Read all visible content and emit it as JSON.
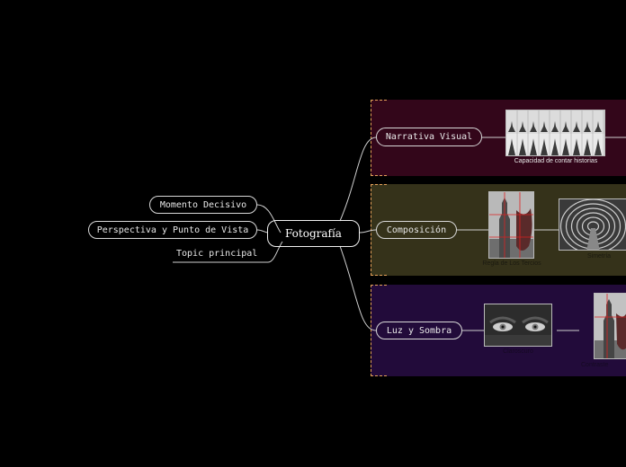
{
  "colors": {
    "background": "#000000",
    "band_narrativa": "#33061a",
    "band_composicion": "#35321a",
    "band_luz": "#220b3a",
    "band_dash": "#e6a25a",
    "line": "#cfcfcf"
  },
  "root": {
    "label": "Fotografía"
  },
  "left_topics": [
    {
      "label": "Momento Decisivo"
    },
    {
      "label": "Perspectiva y Punto de Vista"
    },
    {
      "label": "Topic principal"
    }
  ],
  "branches": {
    "narrativa": {
      "label": "Narrativa Visual",
      "images": [
        {
          "caption": "Capacidad de contar historias",
          "icon": "eiffel-tower-sequence-photo"
        }
      ]
    },
    "composicion": {
      "label": "Composición",
      "images": [
        {
          "caption": "Regla de Los Tercios",
          "icon": "tower-rule-of-thirds-photo"
        },
        {
          "caption": "Simetría",
          "icon": "tunnel-symmetry-photo"
        }
      ]
    },
    "luz": {
      "label": "Luz y Sombra",
      "images": [
        {
          "caption": "Claroscuro",
          "icon": "eyes-chiaroscuro-photo"
        },
        {
          "caption": "Contraste",
          "icon": "tower-contrast-photo"
        }
      ]
    }
  }
}
